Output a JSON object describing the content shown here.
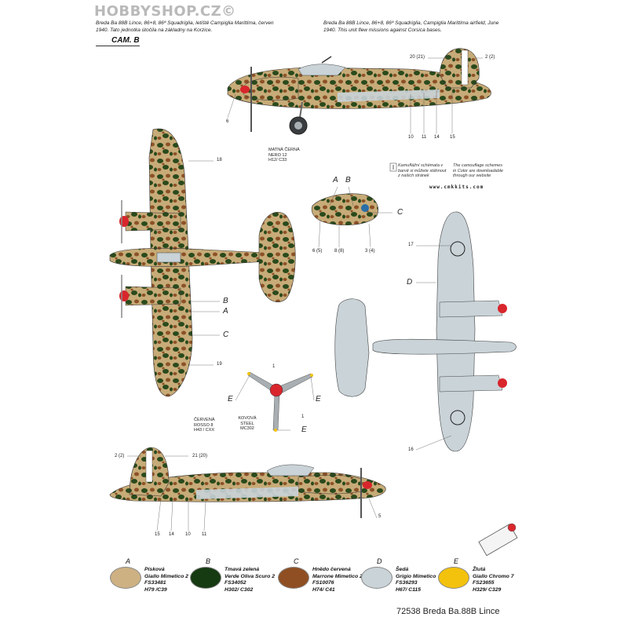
{
  "watermark": "HOBBYSHOP.CZ©",
  "caption_cz": "Breda Ba 88B Lince, 86+8, 86ª Squadriglia, letiště Campiglia Marittima, červen 1940. Tato jednotka útočila na základny na Korzice.",
  "caption_en": "Breda Ba 88B Lince, 86+8, 86ª Squadriglia, Campiglia Marittima airfield, June 1940. This unit flew missions against Corsica bases.",
  "scheme_label": "CAM. B",
  "callouts": {
    "n20": "20 (21)",
    "n2": "2 (2)",
    "n6": "6",
    "n10": "10",
    "n11": "11",
    "n14": "14",
    "n15": "15",
    "n18": "18",
    "n19": "19",
    "n17": "17",
    "n16": "16",
    "n6b": "6 (5)",
    "n8": "8 (8)",
    "n3": "3 (4)",
    "n1a": "1",
    "n1b": "1",
    "n2b": "2 (2)",
    "n21": "21 (20)",
    "n15b": "15",
    "n14b": "14",
    "n10b": "10",
    "n11b": "11",
    "n5": "5",
    "A1": "A",
    "B1": "B",
    "C1": "C",
    "B2": "B",
    "A2": "A",
    "C2": "C",
    "D1": "D",
    "E1": "E",
    "E2": "E",
    "E3": "E"
  },
  "nero_note": [
    "MATNÁ ČERNÁ",
    "NERO 12",
    "H12/ C33"
  ],
  "red_note": [
    "ČERVENÁ",
    "ROSSO 8",
    "H43 / CXX"
  ],
  "steel_note": [
    "KOVOVÁ",
    "STEEL",
    "MC302"
  ],
  "note_cz": [
    "Kamuflážní schémata v",
    "barvě si můžete stáhnout",
    "z našich stránek"
  ],
  "note_en": [
    "The camouflage schemes",
    "in Color are downloadable",
    "through our website"
  ],
  "url": "www.cmkkits.com",
  "legend": [
    {
      "key": "A",
      "lines": [
        "Písková",
        "Giallo Mimetico 2",
        "FS33481",
        "H79 /C39"
      ],
      "color": "#cdb183"
    },
    {
      "key": "B",
      "lines": [
        "Tmavá zelená",
        "Verde Oliva Scuro 2",
        "FS34052",
        "H302/ C302"
      ],
      "color": "#163a12"
    },
    {
      "key": "C",
      "lines": [
        "Hnědo červená",
        "Marrone Mimetico 2",
        "FS10076",
        "H74/ C41"
      ],
      "color": "#8f4f23"
    },
    {
      "key": "D",
      "lines": [
        "Šedá",
        "Grigio Mimetico",
        "FS36293",
        "H67/ C115"
      ],
      "color": "#c9d3d8"
    },
    {
      "key": "E",
      "lines": [
        "Žlutá",
        "Giallo Chromo 7",
        "FS23655",
        "H329/ C329"
      ],
      "color": "#f3c20d"
    }
  ],
  "footer": "72538 Breda Ba.88B Lince",
  "colors": {
    "sand": "#cdb183",
    "green": "#163a12",
    "brown": "#8f4f23",
    "grey": "#c9d3d8",
    "yellow": "#f3c20d",
    "red": "#d8262c"
  }
}
